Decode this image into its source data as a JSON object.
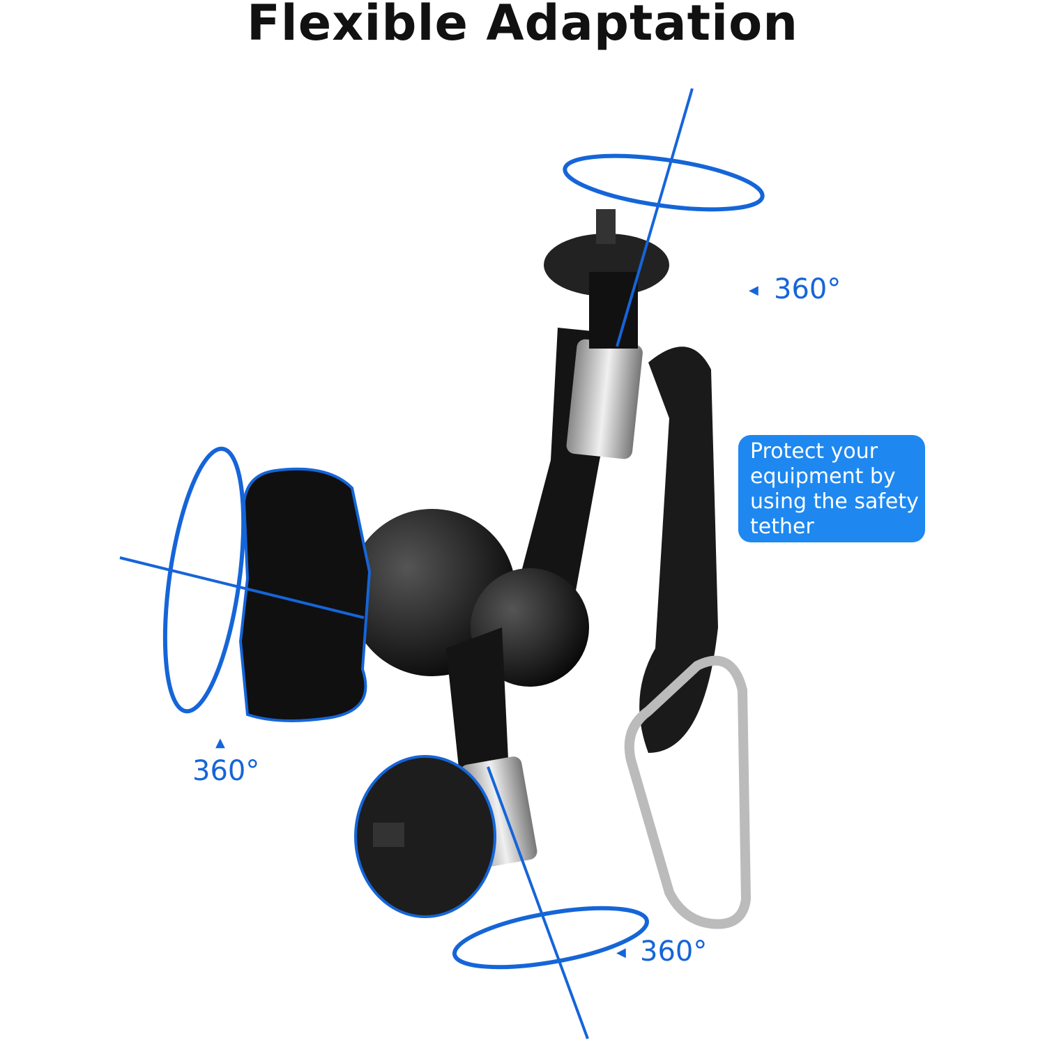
{
  "title": "Flexible Adaptation",
  "rotation_labels": {
    "top_right": "360°",
    "left": "360°",
    "bottom": "360°"
  },
  "callout": {
    "text": "Protect your equipment by using the safety tether"
  },
  "colors": {
    "accent": "#1565d8",
    "callout_bg": "#1e88f0",
    "product": "#111111",
    "metal": "#c8c8c8"
  }
}
